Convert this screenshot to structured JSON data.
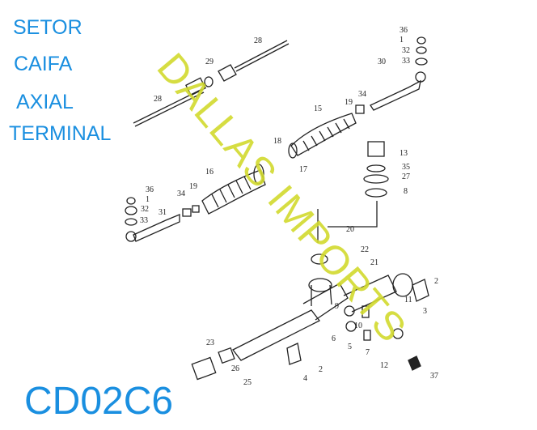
{
  "side_labels": [
    "SETOR",
    "CAIFA",
    "AXIAL",
    "TERMINAL"
  ],
  "product_code": "CD02C6",
  "watermark": "DALLAS IMPORTS",
  "colors": {
    "label_blue": "#1a8fe0",
    "watermark": "#d2da2e",
    "lines": "#222222"
  },
  "part_numbers": [
    "28",
    "29",
    "28",
    "36",
    "1",
    "32",
    "30",
    "33",
    "34",
    "19",
    "15",
    "13",
    "35",
    "27",
    "8",
    "17",
    "18",
    "16",
    "36",
    "1",
    "32",
    "33",
    "31",
    "34",
    "19",
    "20",
    "22",
    "21",
    "9",
    "11",
    "3",
    "2",
    "6",
    "5",
    "7",
    "12",
    "10",
    "23",
    "26",
    "25",
    "4",
    "2",
    "37"
  ]
}
